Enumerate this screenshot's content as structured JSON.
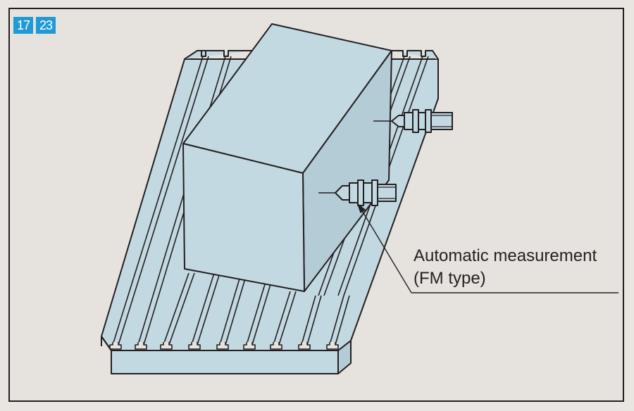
{
  "badges": [
    "17",
    "23"
  ],
  "callout": {
    "line1": "Automatic measurement",
    "line2": "(FM type)"
  },
  "colors": {
    "fill": "#c3d9e2",
    "fill_dark": "#b4ccd6",
    "stroke": "#231f20",
    "badge": "#1f9ad6",
    "background": "#e6e3df"
  }
}
